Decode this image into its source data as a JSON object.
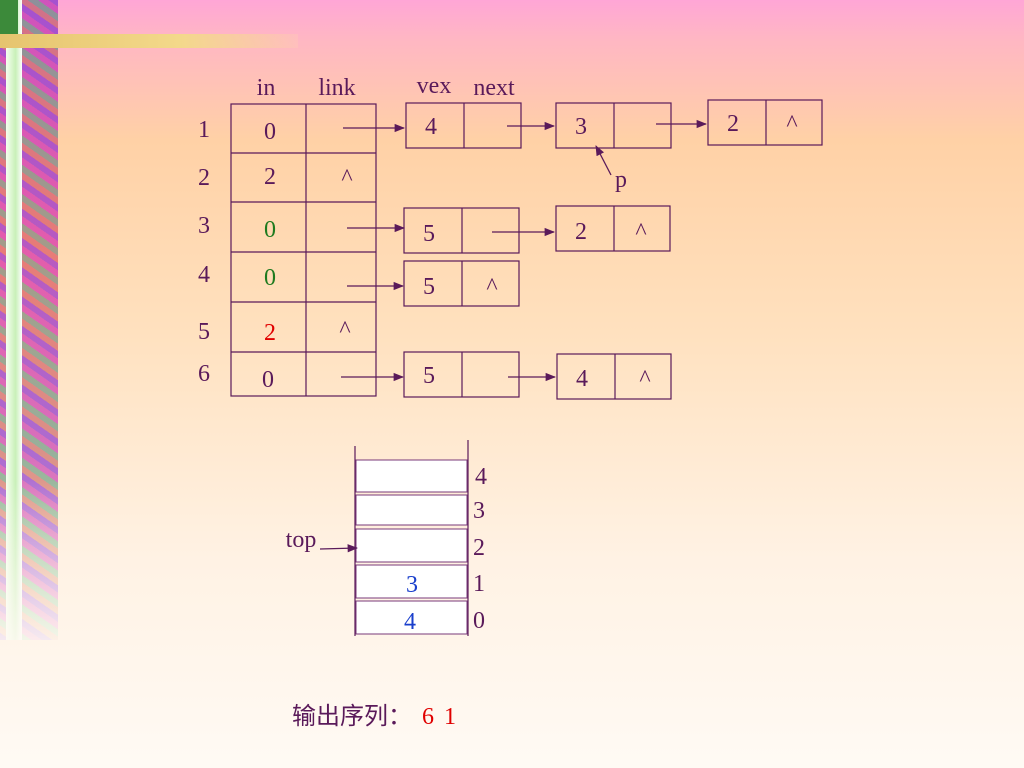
{
  "headers": {
    "in": "in",
    "link": "link",
    "vex": "vex",
    "next": "next"
  },
  "rows": [
    {
      "num": "1",
      "in": "0",
      "in_color": "#5a1a5a",
      "link": ""
    },
    {
      "num": "2",
      "in": "2",
      "in_color": "#5a1a5a",
      "link": "^"
    },
    {
      "num": "3",
      "in": "0",
      "in_color": "#1f7a1f",
      "link": ""
    },
    {
      "num": "4",
      "in": "0",
      "in_color": "#1f7a1f",
      "link": ""
    },
    {
      "num": "5",
      "in": "2",
      "in_color": "#e00000",
      "link": "^"
    },
    {
      "num": "6",
      "in": "0",
      "in_color": "#5a1a5a",
      "link": ""
    }
  ],
  "lists": {
    "row1": [
      {
        "vex": "4",
        "next": ""
      },
      {
        "vex": "3",
        "next": ""
      },
      {
        "vex": "2",
        "next": "^"
      }
    ],
    "row3": [
      {
        "vex": "5",
        "next": ""
      },
      {
        "vex": "2",
        "next": "^"
      }
    ],
    "row4": [
      {
        "vex": "5",
        "next": "^"
      }
    ],
    "row6": [
      {
        "vex": "5",
        "next": ""
      },
      {
        "vex": "4",
        "next": "^"
      }
    ]
  },
  "pointer_label": "p",
  "stack": {
    "top_label": "top",
    "indices": [
      "4",
      "3",
      "2",
      "1",
      "0"
    ],
    "cells": [
      "",
      "",
      "",
      "3",
      "4"
    ],
    "cell_color": "#1a3fcc"
  },
  "output": {
    "label": "输出序列：",
    "values": [
      "6",
      "1"
    ]
  }
}
